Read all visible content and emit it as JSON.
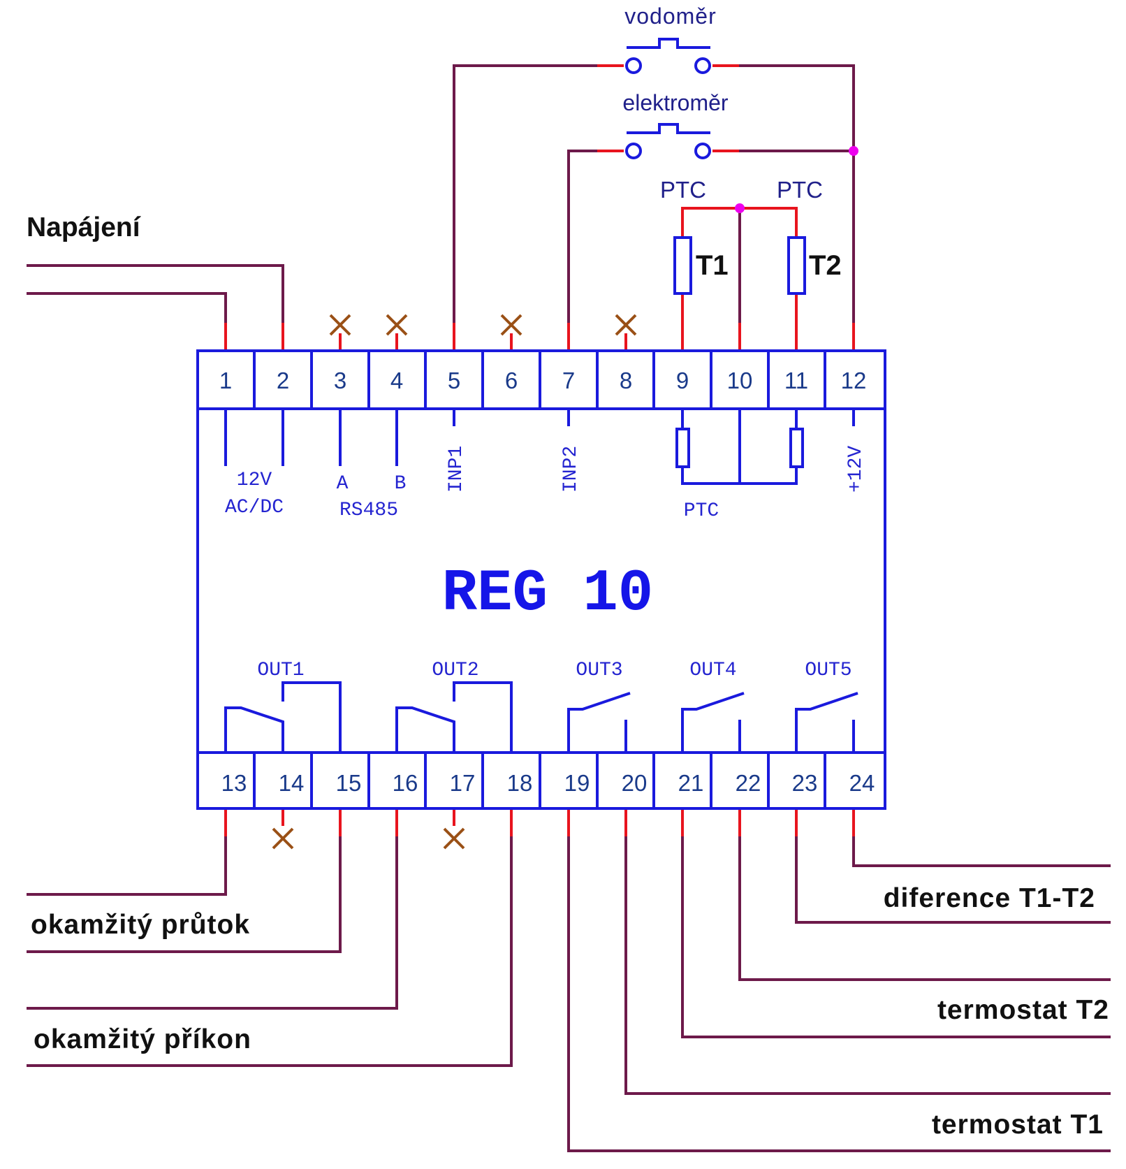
{
  "title": "REG 10",
  "colors": {
    "wire": "#6d1a4a",
    "lead": "#e8141e",
    "device": "#1a1add",
    "junction": "#ee00ee",
    "unused_mark": "#9a5016"
  },
  "top_terminals": [
    "1",
    "2",
    "3",
    "4",
    "5",
    "6",
    "7",
    "8",
    "9",
    "10",
    "11",
    "12"
  ],
  "bottom_terminals": [
    "13",
    "14",
    "15",
    "16",
    "17",
    "18",
    "19",
    "20",
    "21",
    "22",
    "23",
    "24"
  ],
  "internal_labels": {
    "power_voltage": "12V",
    "power_type": "AC/DC",
    "rs485_a": "A",
    "rs485_b": "B",
    "rs485": "RS485",
    "inp1": "INP1",
    "inp2": "INP2",
    "ptc": "PTC",
    "plus12v": "+12V"
  },
  "outputs": [
    "OUT1",
    "OUT2",
    "OUT3",
    "OUT4",
    "OUT5"
  ],
  "sensors": {
    "water_meter": "vodoměr",
    "electricity_meter": "elektroměr",
    "ptc_left": "PTC",
    "ptc_right": "PTC",
    "t1": "T1",
    "t2": "T2"
  },
  "external_labels": {
    "power": "Napájení",
    "flow": "okamžitý průtok",
    "consumption": "okamžitý příkon",
    "difference": "diference T1-T2",
    "thermostat_t2": "termostat T2",
    "thermostat_t1": "termostat T1"
  }
}
